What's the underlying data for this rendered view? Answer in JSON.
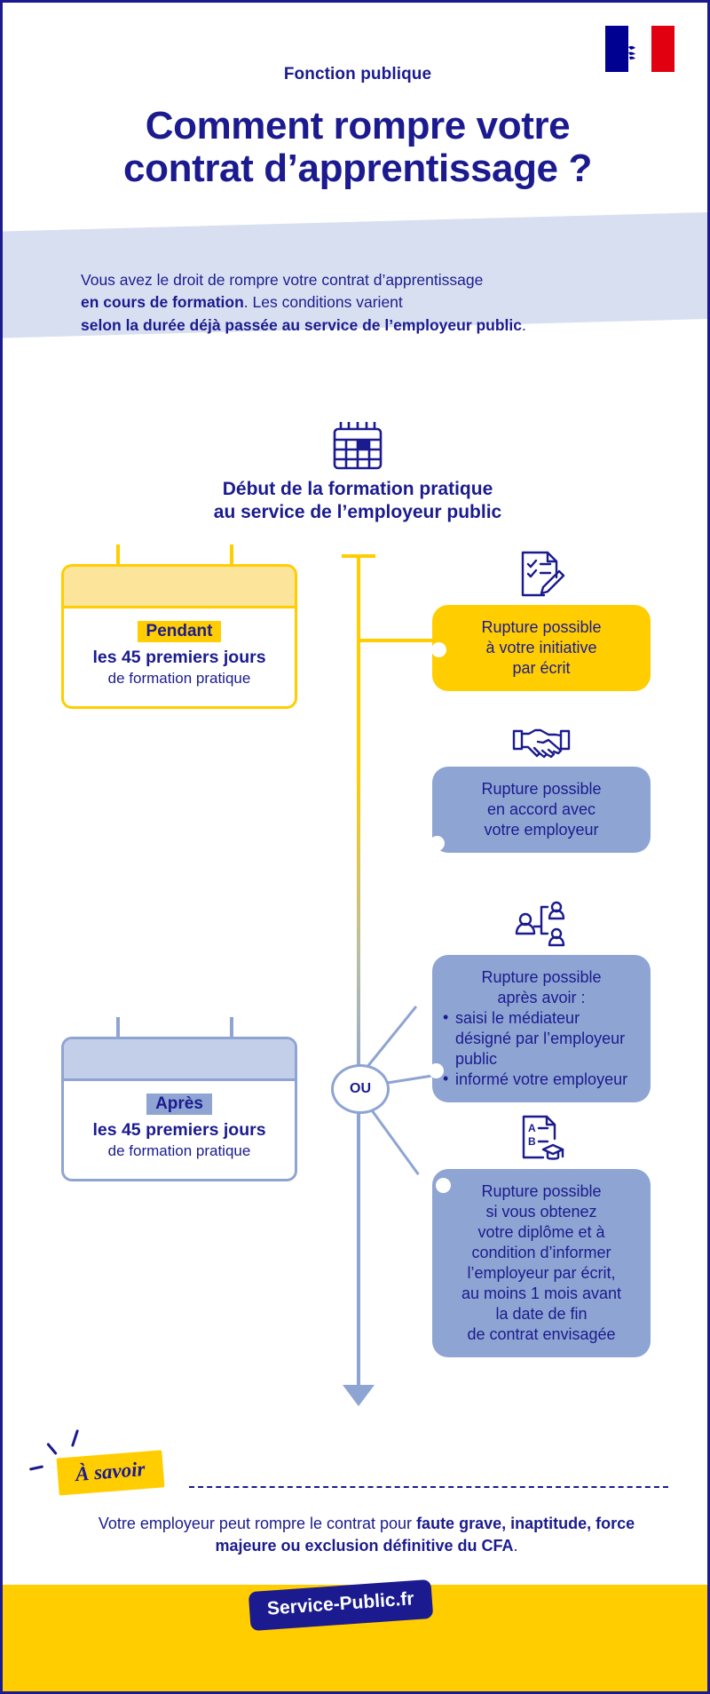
{
  "header": {
    "eyebrow": "Fonction publique",
    "title_line1": "Comment rompre votre",
    "title_line2": "contrat d’apprentissage ?",
    "flag_icon": "french-republic-flag-icon"
  },
  "intro": {
    "line1_plain": "Vous avez le droit de rompre votre contrat d’apprentissage",
    "line2_bold": "en cours de formation",
    "line2_plain": ". Les conditions varient",
    "line3_bold": "selon la durée déjà passée au service de l’employeur public",
    "line3_plain": "."
  },
  "timeline": {
    "start_icon": "calendar-icon",
    "start_title_line1": "Début de la formation pratique",
    "start_title_line2": "au service de l’employeur public",
    "branch_label": "OU"
  },
  "periods": [
    {
      "id": "pendant",
      "tag": "Pendant",
      "line1": "les 45 premiers jours",
      "line2": "de formation pratique",
      "icon": "calendar-card-icon",
      "accent": "#ffcd00"
    },
    {
      "id": "apres",
      "tag": "Après",
      "line1": "les 45 premiers jours",
      "line2": "de formation pratique",
      "icon": "calendar-card-icon",
      "accent": "#8ea4d2"
    }
  ],
  "outcomes": [
    {
      "id": "initiative",
      "icon": "checklist-pencil-icon",
      "accent": "#ffcd00",
      "lines": [
        "Rupture possible",
        "à votre initiative",
        "par écrit"
      ]
    },
    {
      "id": "accord",
      "icon": "handshake-icon",
      "accent": "#8ea4d2",
      "lines": [
        "Rupture possible",
        "en accord avec",
        "votre employeur"
      ]
    },
    {
      "id": "mediateur",
      "icon": "mediator-org-chart-icon",
      "accent": "#8ea4d2",
      "heading_line1": "Rupture possible",
      "heading_line2": "après avoir :",
      "bullets": [
        "saisi le médiateur désigné par l’employeur public",
        "informé votre employeur"
      ]
    },
    {
      "id": "diplome",
      "icon": "diploma-graduation-icon",
      "accent": "#8ea4d2",
      "lines": [
        "Rupture possible",
        "si vous obtenez",
        "votre diplôme et à",
        "condition d’informer",
        "l’employeur par écrit,",
        "au moins 1 mois avant",
        "la date de fin",
        "de contrat envisagée"
      ]
    }
  ],
  "note": {
    "badge": "À savoir",
    "text_plain1": "Votre employeur peut rompre le contrat pour ",
    "text_bold": "faute grave, inaptitude, force majeure ou exclusion définitive du CFA",
    "text_plain2": "."
  },
  "footer": {
    "brand": "Service-Public.fr",
    "band_color": "#ffcd00"
  },
  "colors": {
    "deep_blue": "#1b1b8f",
    "yellow": "#ffcd00",
    "soft_blue": "#8ea4d2",
    "band_lavender": "#d8dff0"
  }
}
